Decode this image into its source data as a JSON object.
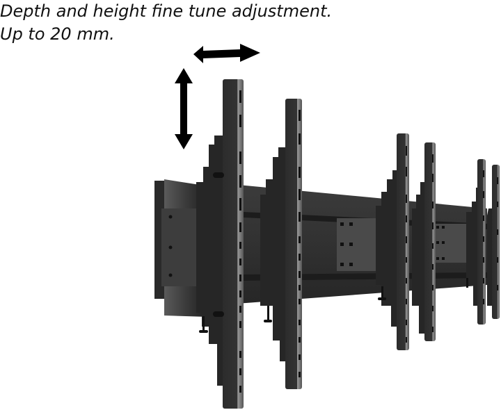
{
  "caption": {
    "line1": "Depth and height fine tune adjustment.",
    "line2": "Up to 20 mm."
  },
  "illustration": {
    "subject": "video wall mount with rails and vertical arms",
    "icons": [
      "double-arrow-horizontal",
      "double-arrow-vertical"
    ]
  },
  "colors": {
    "background": "#ffffff",
    "text": "#111111",
    "metal_dark": "#2a2a2a",
    "metal_mid": "#3a3a3a",
    "metal_edge": "#8a8a8a",
    "arrow": "#000000"
  }
}
